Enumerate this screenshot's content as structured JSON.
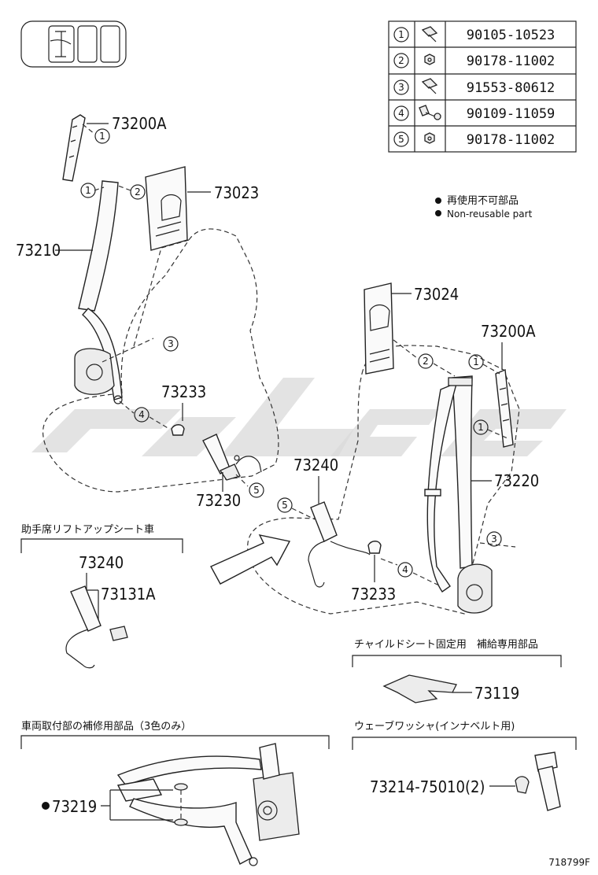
{
  "table": {
    "rows": [
      {
        "num": "1",
        "part": "90105-10523",
        "icon": "bolt-icon"
      },
      {
        "num": "2",
        "part": "90178-11002",
        "icon": "nut-icon"
      },
      {
        "num": "3",
        "part": "91553-80612",
        "icon": "bolt-icon"
      },
      {
        "num": "4",
        "part": "90109-11059",
        "icon": "bolt-icon"
      },
      {
        "num": "5",
        "part": "90178-11002",
        "icon": "nut-icon"
      }
    ]
  },
  "legend": {
    "jp": "再使用不可部品",
    "en": "Non-reusable part"
  },
  "parts": {
    "p73200A_left": "73200A",
    "p73023": "73023",
    "p73210": "73210",
    "p73233_left": "73233",
    "p73230": "73230",
    "p73240_main": "73240",
    "p73024": "73024",
    "p73200A_right": "73200A",
    "p73220": "73220",
    "p73233_right": "73233",
    "p73240_sub": "73240",
    "p73131A": "73131A",
    "p73119": "73119",
    "p73219": "73219",
    "p73214": "73214-75010(2)"
  },
  "callouts": {
    "c1": "1",
    "c2": "2",
    "c3": "3",
    "c4": "4",
    "c5": "5"
  },
  "sections": {
    "liftup": "助手席リフトアップシート車",
    "child_seat": "チャイルドシート固定用　補給専用部品",
    "repair": "車両取付部の補修用部品（3色のみ）",
    "wave_washer": "ウェーブワッシャ(インナベルト用)"
  },
  "footer": {
    "code": "718799F"
  },
  "colors": {
    "line": "#222222",
    "watermark": "#d9d9d9"
  }
}
